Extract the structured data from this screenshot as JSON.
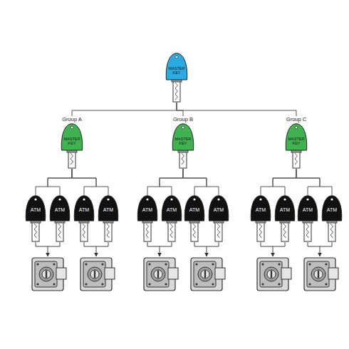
{
  "diagram": {
    "nodes": [
      {
        "text": [
          "MASTER KEY"
        ]
      },
      {
        "text": [
          "Group A",
          "MASTER KEY"
        ]
      },
      {
        "text": [
          "Group B",
          "MASTER KEY"
        ]
      },
      {
        "text": [
          "Group C",
          "MASTER KEY"
        ]
      },
      {
        "text": [
          "ATM"
        ]
      },
      {
        "text": [
          "ATM"
        ]
      },
      {
        "text": [
          "ATM"
        ]
      },
      {
        "text": [
          "ATM"
        ]
      },
      {
        "text": [
          "ATM"
        ]
      },
      {
        "text": [
          "ATM"
        ]
      },
      {
        "text": [
          "ATM"
        ]
      },
      {
        "text": [
          "ATM"
        ]
      },
      {
        "text": [
          "ATM"
        ]
      },
      {
        "text": [
          "ATM"
        ]
      },
      {
        "text": [
          "ATM"
        ]
      },
      {
        "text": [
          "ATM"
        ]
      }
    ],
    "edges": [
      {
        "from": 0,
        "to": 1,
        "arrow": "none"
      },
      {
        "from": 0,
        "to": 2,
        "arrow": "none"
      },
      {
        "from": 0,
        "to": 3,
        "arrow": "none"
      },
      {
        "from": 1,
        "to": 4,
        "arrow": "none"
      },
      {
        "from": 1,
        "to": 5,
        "arrow": "none"
      },
      {
        "from": 1,
        "to": 6,
        "arrow": "none"
      },
      {
        "from": 1,
        "to": 7,
        "arrow": "none"
      },
      {
        "from": 2,
        "to": 8,
        "arrow": "none"
      },
      {
        "from": 2,
        "to": 9,
        "arrow": "none"
      },
      {
        "from": 2,
        "to": 10,
        "arrow": "none"
      },
      {
        "from": 2,
        "to": 11,
        "arrow": "none"
      },
      {
        "from": 3,
        "to": 12,
        "arrow": "none"
      },
      {
        "from": 3,
        "to": 13,
        "arrow": "none"
      },
      {
        "from": 3,
        "to": 14,
        "arrow": "none"
      },
      {
        "from": 3,
        "to": 15,
        "arrow": "none"
      }
    ]
  }
}
